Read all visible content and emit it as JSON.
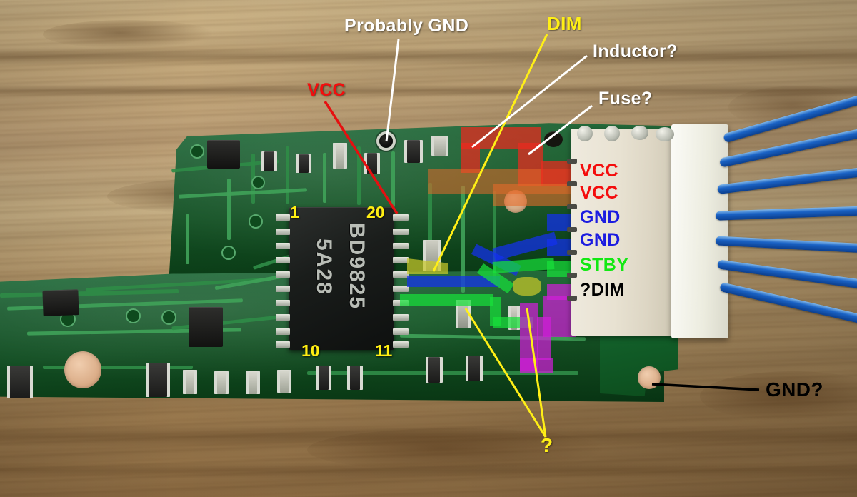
{
  "photo": {
    "subject": "LED backlight driver PCB annotated photo",
    "background": "wood board",
    "pcb_color": "#136028",
    "ic": {
      "part_number_line1": "BD9825",
      "part_number_line2": "5A28",
      "pin_numbers": [
        "1",
        "20",
        "10",
        "11"
      ]
    }
  },
  "annotations": {
    "probably_gnd": {
      "text": "Probably GND",
      "color": "#ffffff"
    },
    "vcc_ic": {
      "text": "VCC",
      "color": "#f40d0d"
    },
    "dim": {
      "text": "DIM",
      "color": "#ffef16"
    },
    "inductor": {
      "text": "Inductor?",
      "color": "#ffffff"
    },
    "fuse": {
      "text": "Fuse?",
      "color": "#ffffff"
    },
    "unknown": {
      "text": "?",
      "color": "#ffef16"
    },
    "gnd_hole": {
      "text": "GND?",
      "color": "#000000"
    }
  },
  "connector": {
    "pins": [
      {
        "label": "VCC",
        "color": "#f40d0d"
      },
      {
        "label": "VCC",
        "color": "#f40d0d"
      },
      {
        "label": "GND",
        "color": "#1c1ce0"
      },
      {
        "label": "GND",
        "color": "#1c1ce0"
      },
      {
        "label": "STBY",
        "color": "#12e812"
      },
      {
        "label": "?DIM",
        "color": "#000000"
      }
    ]
  },
  "net_colors": {
    "vcc": "#ec2a1e",
    "gnd": "#1330f0",
    "stby": "#17e03a",
    "dim": "#d01fd8",
    "unknown": "#c8c82a"
  }
}
